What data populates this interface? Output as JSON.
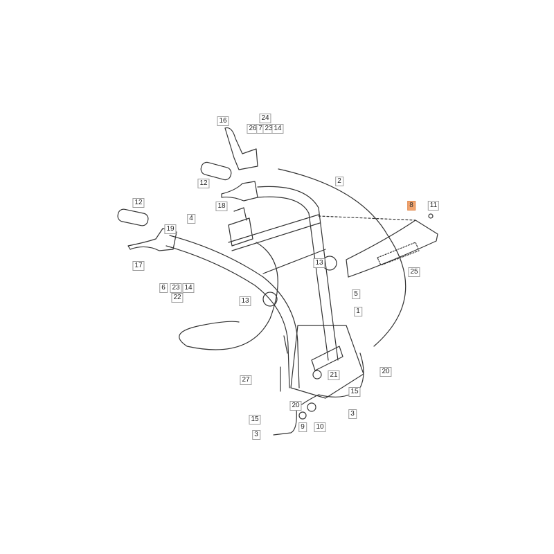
{
  "diagram": {
    "highlight_color": "#f2a56f",
    "callouts": [
      {
        "id": "c16",
        "text": "16"
      },
      {
        "id": "c24",
        "text": "24"
      },
      {
        "id": "c26",
        "text": "26"
      },
      {
        "id": "c7",
        "text": "7"
      },
      {
        "id": "c23a",
        "text": "23"
      },
      {
        "id": "c14a",
        "text": "14"
      },
      {
        "id": "c2",
        "text": "2"
      },
      {
        "id": "c12a",
        "text": "12"
      },
      {
        "id": "c12b",
        "text": "12"
      },
      {
        "id": "c18",
        "text": "18"
      },
      {
        "id": "c4",
        "text": "4"
      },
      {
        "id": "c19",
        "text": "19"
      },
      {
        "id": "c8",
        "text": "8",
        "highlighted": true
      },
      {
        "id": "c11",
        "text": "11"
      },
      {
        "id": "c13a",
        "text": "13"
      },
      {
        "id": "c25",
        "text": "25"
      },
      {
        "id": "c5",
        "text": "5"
      },
      {
        "id": "c13b",
        "text": "13"
      },
      {
        "id": "c1",
        "text": "1"
      },
      {
        "id": "c17",
        "text": "17"
      },
      {
        "id": "c6",
        "text": "6"
      },
      {
        "id": "c23b",
        "text": "23"
      },
      {
        "id": "c14b",
        "text": "14"
      },
      {
        "id": "c22",
        "text": "22"
      },
      {
        "id": "c27",
        "text": "27"
      },
      {
        "id": "c21",
        "text": "21"
      },
      {
        "id": "c20a",
        "text": "20"
      },
      {
        "id": "c15a",
        "text": "15"
      },
      {
        "id": "c20b",
        "text": "20"
      },
      {
        "id": "c9",
        "text": "9"
      },
      {
        "id": "c10",
        "text": "10"
      },
      {
        "id": "c15b",
        "text": "15"
      },
      {
        "id": "c3a",
        "text": "3"
      },
      {
        "id": "c3b",
        "text": "3"
      }
    ]
  }
}
